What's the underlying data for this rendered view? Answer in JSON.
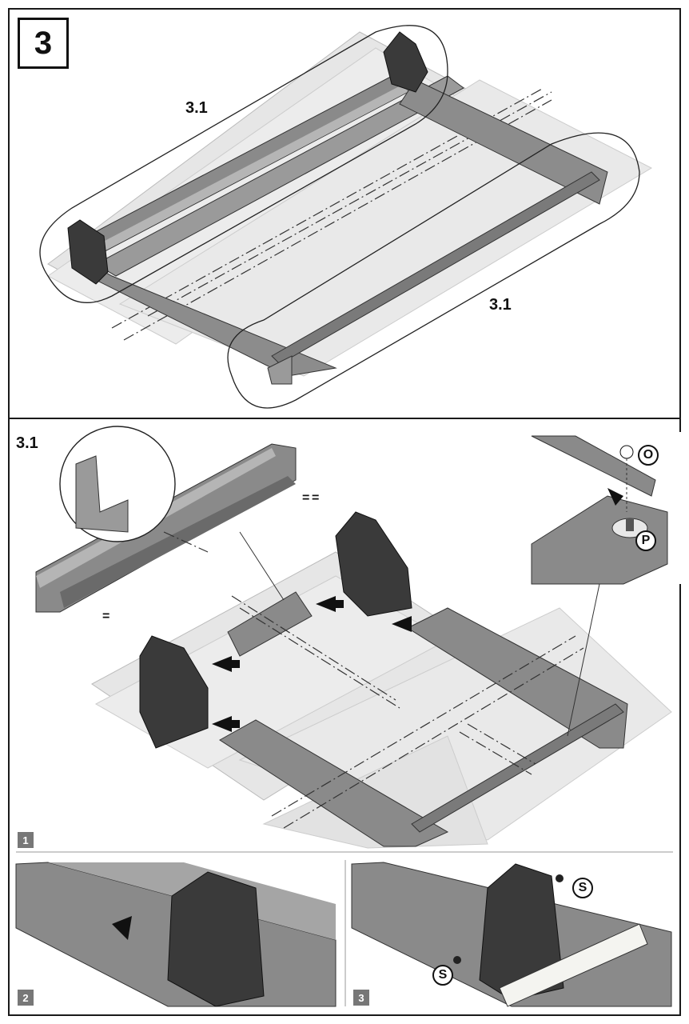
{
  "step": {
    "number": "3"
  },
  "top_panel": {
    "label_a": "3.1",
    "label_b": "3.1"
  },
  "detail_panel": {
    "title": "3.1",
    "equal_marks": [
      "=",
      "=",
      "="
    ],
    "callouts": {
      "nut": "O",
      "pin": "P"
    }
  },
  "sub_steps": [
    {
      "number": "1"
    },
    {
      "number": "2"
    },
    {
      "number": "3",
      "screw_labels": [
        "S",
        "S"
      ]
    }
  ],
  "colors": {
    "metal": "#8a8a8a",
    "metal_light": "#b5b5b5",
    "metal_dark": "#5a5a5a",
    "plastic": "#3a3a3a",
    "sheet": "#e2e2e2",
    "frame": "#1a1a1a"
  }
}
